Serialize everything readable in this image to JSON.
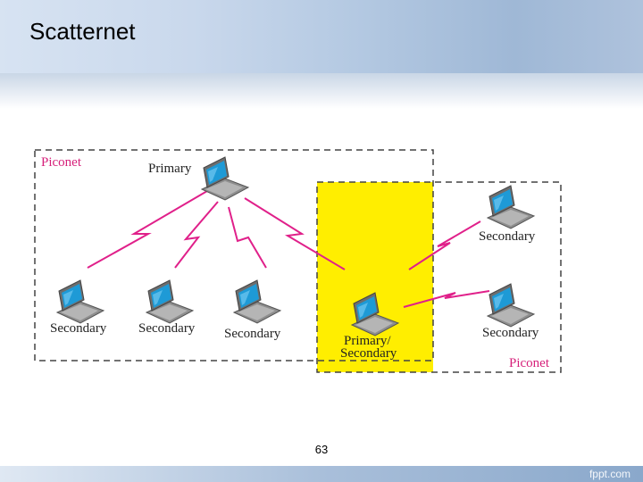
{
  "slide": {
    "title": "Scatternet",
    "page_number": "63",
    "brand": "fppt.com"
  },
  "diagram": {
    "piconet_left_label": "Piconet",
    "piconet_right_label": "Piconet",
    "primary_label": "Primary",
    "bridge_label_line1": "Primary/",
    "bridge_label_line2": "Secondary",
    "left_secondary_labels": [
      "Secondary",
      "Secondary",
      "Secondary"
    ],
    "right_secondary_labels": [
      "Secondary",
      "Secondary"
    ],
    "colors": {
      "piconet_label": "#d6207a",
      "bridge_highlight": "#ffee00",
      "signal": "#e0208a",
      "laptop_screen": "#1e9ad6",
      "laptop_body": "#9a9a9a"
    }
  }
}
